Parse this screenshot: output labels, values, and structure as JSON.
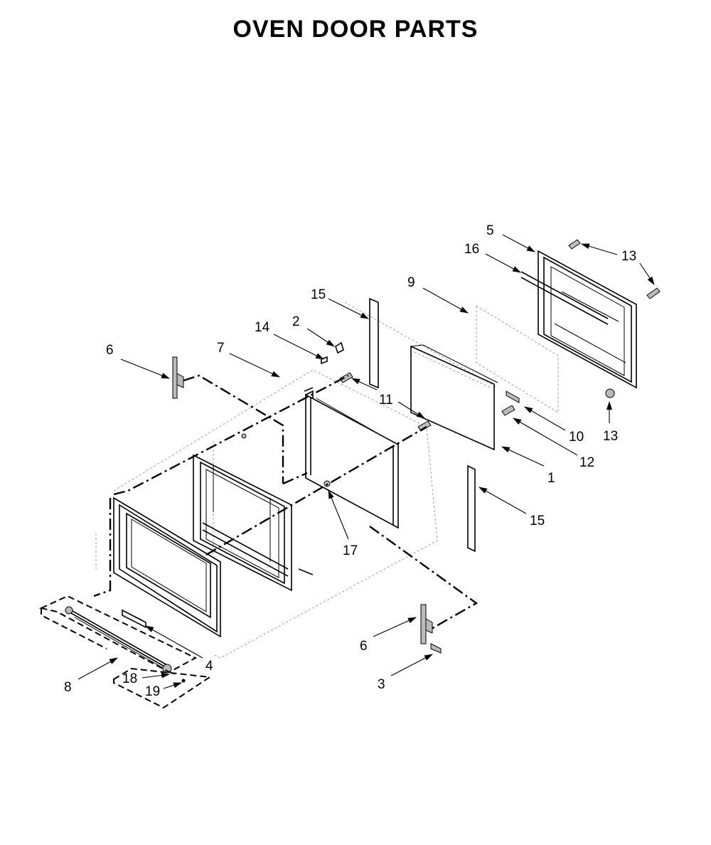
{
  "title": "OVEN DOOR PARTS",
  "callouts": {
    "c1": "1",
    "c2": "2",
    "c3": "3",
    "c4": "4",
    "c5": "5",
    "c6a": "6",
    "c6b": "6",
    "c7": "7",
    "c8": "8",
    "c9": "9",
    "c10": "10",
    "c11": "11",
    "c12": "12",
    "c13a": "13",
    "c13b": "13",
    "c14": "14",
    "c15a": "15",
    "c15b": "15",
    "c16": "16",
    "c17": "17",
    "c18": "18",
    "c19": "19"
  }
}
